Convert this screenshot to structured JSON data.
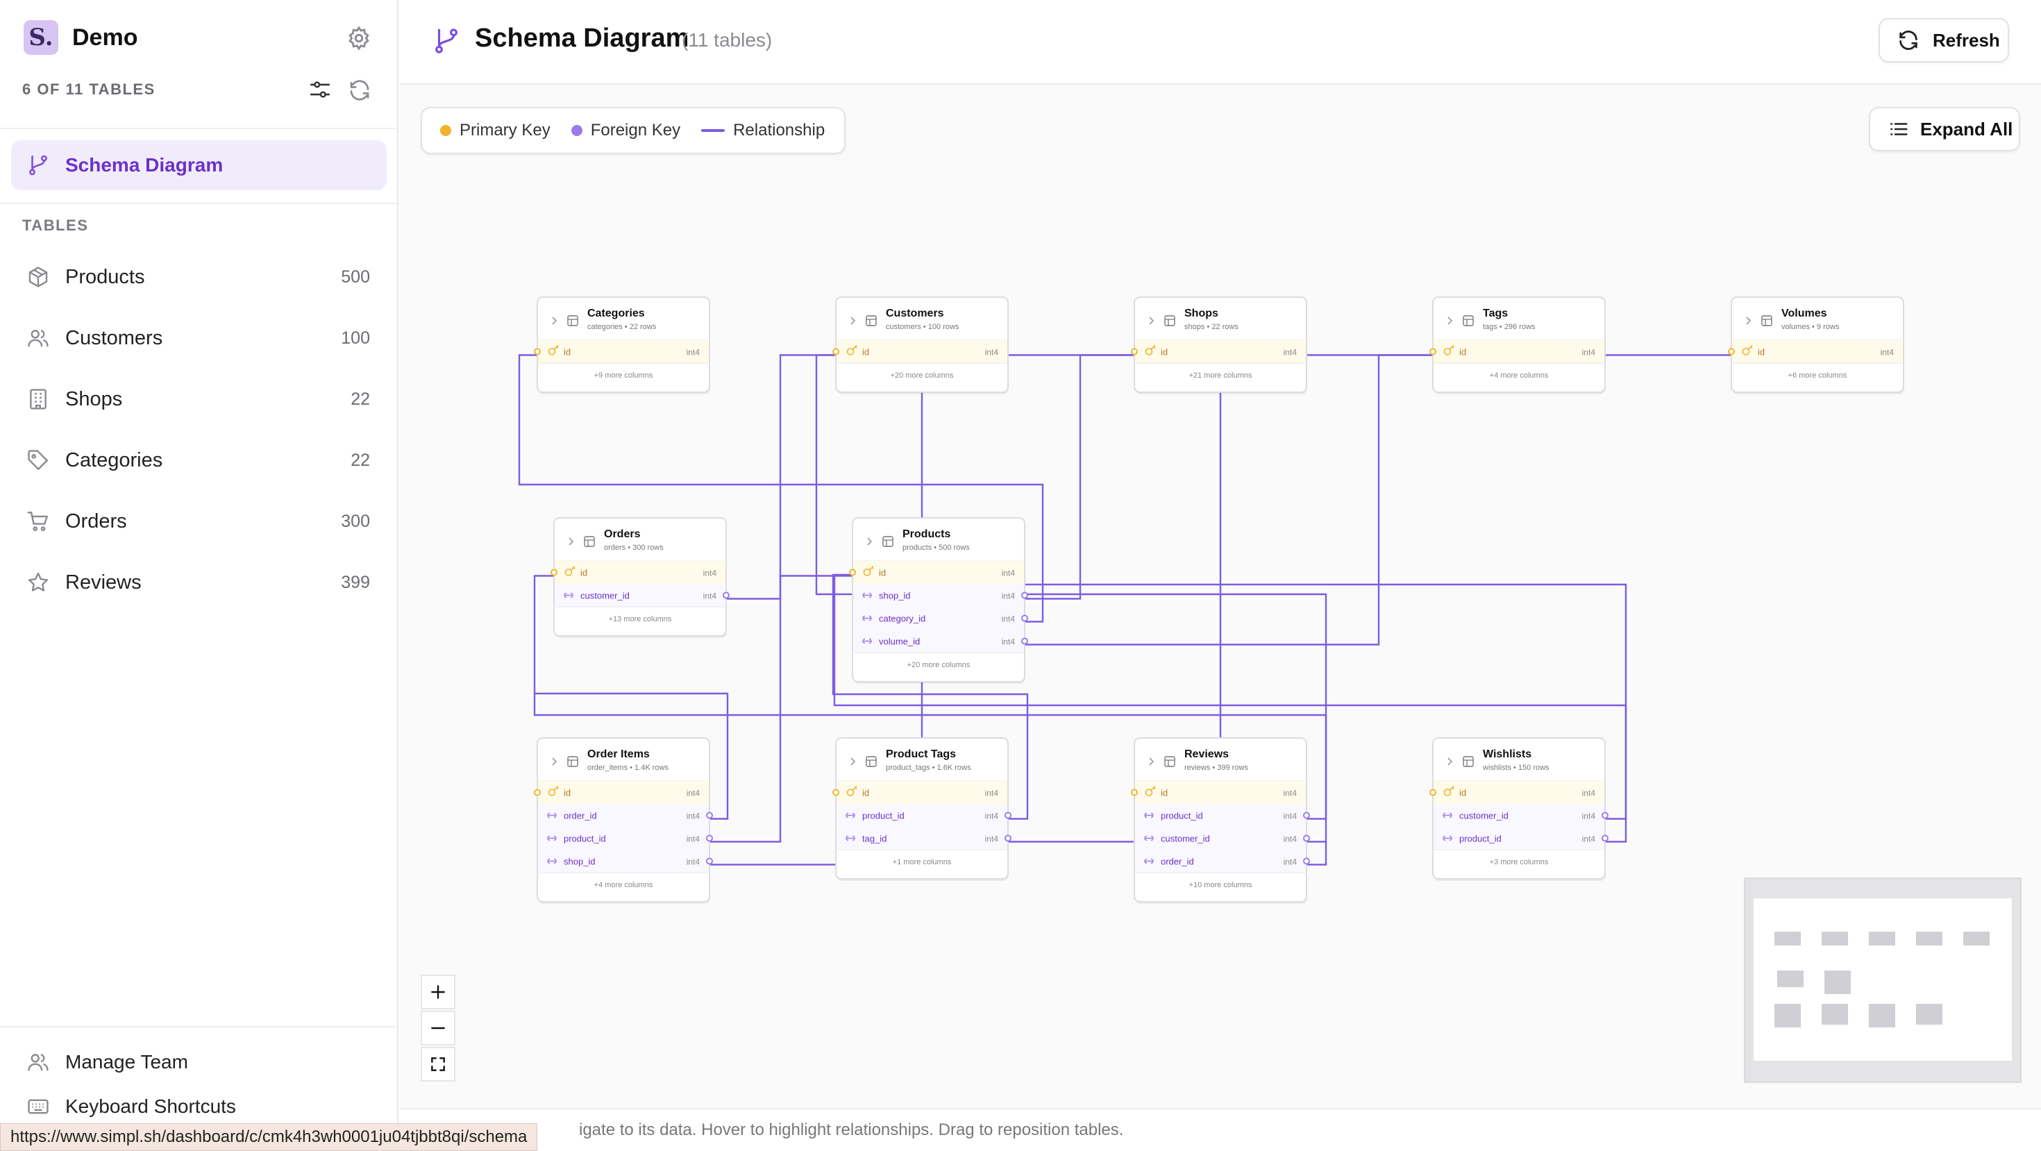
{
  "workspace": {
    "name": "Demo",
    "logo_letter": "S."
  },
  "sidebar": {
    "tables_count": "6 OF 11 TABLES",
    "active_item": "Schema Diagram",
    "section_label": "TABLES",
    "items": [
      {
        "label": "Products",
        "count": "500",
        "icon": "box-icon"
      },
      {
        "label": "Customers",
        "count": "100",
        "icon": "users-icon"
      },
      {
        "label": "Shops",
        "count": "22",
        "icon": "building-icon"
      },
      {
        "label": "Categories",
        "count": "22",
        "icon": "tag-icon"
      },
      {
        "label": "Orders",
        "count": "300",
        "icon": "cart-icon"
      },
      {
        "label": "Reviews",
        "count": "399",
        "icon": "star-icon"
      }
    ],
    "footer": {
      "manage_team": "Manage Team",
      "shortcuts": "Keyboard Shortcuts"
    }
  },
  "header": {
    "title": "Schema Diagram",
    "subtitle": "(11 tables)",
    "refresh_label": "Refresh"
  },
  "legend": {
    "primary_key": "Primary Key",
    "foreign_key": "Foreign Key",
    "relationship": "Relationship"
  },
  "expand_all_label": "Expand All",
  "hint_text": "igate to its data. Hover to highlight relationships. Drag to reposition tables.",
  "status_url": "https://www.simpl.sh/dashboard/c/cmk4h3wh0001ju04tjbbt8qi/schema",
  "colors": {
    "accent": "#7c4ddf",
    "primary_key": "#f0b429",
    "foreign_key": "#9b7bea",
    "relationship": "#7c5ce0"
  },
  "diagram": {
    "tables": [
      {
        "id": "categories",
        "name": "Categories",
        "meta": "categories • 22 rows",
        "columns": [
          {
            "name": "id",
            "type": "int4",
            "pk": true
          }
        ],
        "more": "+9 more columns"
      },
      {
        "id": "customers",
        "name": "Customers",
        "meta": "customers • 100 rows",
        "columns": [
          {
            "name": "id",
            "type": "int4",
            "pk": true
          }
        ],
        "more": "+20 more columns"
      },
      {
        "id": "shops",
        "name": "Shops",
        "meta": "shops • 22 rows",
        "columns": [
          {
            "name": "id",
            "type": "int4",
            "pk": true
          }
        ],
        "more": "+21 more columns"
      },
      {
        "id": "tags",
        "name": "Tags",
        "meta": "tags • 296 rows",
        "columns": [
          {
            "name": "id",
            "type": "int4",
            "pk": true
          }
        ],
        "more": "+4 more columns"
      },
      {
        "id": "volumes",
        "name": "Volumes",
        "meta": "volumes • 9 rows",
        "columns": [
          {
            "name": "id",
            "type": "int4",
            "pk": true
          }
        ],
        "more": "+6 more columns"
      },
      {
        "id": "orders",
        "name": "Orders",
        "meta": "orders • 300 rows",
        "columns": [
          {
            "name": "id",
            "type": "int4",
            "pk": true
          },
          {
            "name": "customer_id",
            "type": "int4",
            "pk": false
          }
        ],
        "more": "+13 more columns"
      },
      {
        "id": "products",
        "name": "Products",
        "meta": "products • 500 rows",
        "columns": [
          {
            "name": "id",
            "type": "int4",
            "pk": true
          },
          {
            "name": "shop_id",
            "type": "int4",
            "pk": false
          },
          {
            "name": "category_id",
            "type": "int4",
            "pk": false
          },
          {
            "name": "volume_id",
            "type": "int4",
            "pk": false
          }
        ],
        "more": "+20 more columns"
      },
      {
        "id": "order_items",
        "name": "Order Items",
        "meta": "order_items • 1.4K rows",
        "columns": [
          {
            "name": "id",
            "type": "int4",
            "pk": true
          },
          {
            "name": "order_id",
            "type": "int4",
            "pk": false
          },
          {
            "name": "product_id",
            "type": "int4",
            "pk": false
          },
          {
            "name": "shop_id",
            "type": "int4",
            "pk": false
          }
        ],
        "more": "+4 more columns"
      },
      {
        "id": "product_tags",
        "name": "Product Tags",
        "meta": "product_tags • 1.6K rows",
        "columns": [
          {
            "name": "id",
            "type": "int4",
            "pk": true
          },
          {
            "name": "product_id",
            "type": "int4",
            "pk": false
          },
          {
            "name": "tag_id",
            "type": "int4",
            "pk": false
          }
        ],
        "more": "+1 more columns"
      },
      {
        "id": "reviews",
        "name": "Reviews",
        "meta": "reviews • 399 rows",
        "columns": [
          {
            "name": "id",
            "type": "int4",
            "pk": true
          },
          {
            "name": "product_id",
            "type": "int4",
            "pk": false
          },
          {
            "name": "customer_id",
            "type": "int4",
            "pk": false
          },
          {
            "name": "order_id",
            "type": "int4",
            "pk": false
          }
        ],
        "more": "+10 more columns"
      },
      {
        "id": "wishlists",
        "name": "Wishlists",
        "meta": "wishlists • 150 rows",
        "columns": [
          {
            "name": "id",
            "type": "int4",
            "pk": true
          },
          {
            "name": "customer_id",
            "type": "int4",
            "pk": false
          },
          {
            "name": "product_id",
            "type": "int4",
            "pk": false
          }
        ],
        "more": "+3 more columns"
      }
    ]
  }
}
